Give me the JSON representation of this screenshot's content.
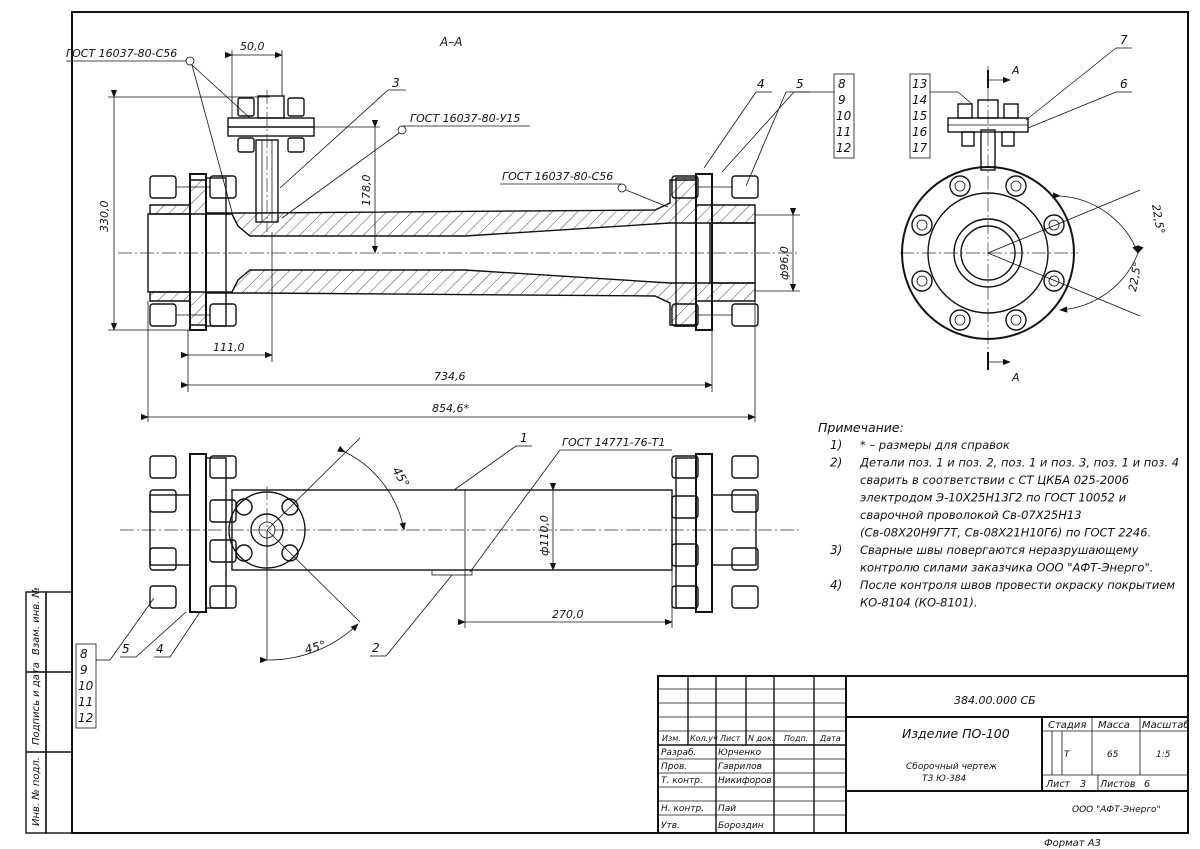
{
  "section_label": "А–А",
  "cut_marker": "А",
  "gost_refs": {
    "top_left": "ГОСТ 16037-80-С56",
    "top_mid": "ГОСТ 16037-80-У15",
    "right_weld": "ГОСТ 16037-80-С56",
    "bottom": "ГОСТ 14771-76-Т1"
  },
  "dimensions": {
    "d50": "50,0",
    "d330": "330,0",
    "d178": "178,0",
    "d96": "ф96,0",
    "d111": "111,0",
    "d734": "734,6",
    "d854": "854,6*",
    "d110": "ф110,0",
    "d270": "270,0",
    "a45_top": "45°",
    "a45_bot": "45°",
    "a22_top": "22,5°",
    "a22_bot": "22,5°"
  },
  "positions": {
    "p1": "1",
    "p2": "2",
    "p3": "3",
    "p4": "4",
    "p5": "5",
    "p6": "6",
    "p7": "7",
    "stack_right": [
      "8",
      "9",
      "10",
      "11",
      "12"
    ],
    "stack_side": [
      "13",
      "14",
      "15",
      "16",
      "17"
    ],
    "stack_bottom": [
      "8",
      "9",
      "10",
      "11",
      "12"
    ],
    "p4b": "4",
    "p5b": "5"
  },
  "notes": {
    "title": "Примечание:",
    "items": [
      {
        "num": "1)",
        "lines": [
          "* – размеры для справок"
        ]
      },
      {
        "num": "2)",
        "lines": [
          "Детали поз. 1 и поз. 2, поз. 1 и поз. 3, поз. 1 и поз. 4",
          "сварить в соответствии с СТ ЦКБА 025-2006",
          "электродом Э-10Х25Н13Г2 по ГОСТ 10052 и",
          "сварочной проволокой Св-07Х25Н13",
          "(Св-08Х20Н9Г7Т, Св-08Х21Н10Г6) по ГОСТ 2246."
        ]
      },
      {
        "num": "3)",
        "lines": [
          "Сварные швы повергаются неразрушающему",
          "контролю силами заказчика ООО \"АФТ-Энерго\"."
        ]
      },
      {
        "num": "4)",
        "lines": [
          "После контроля швов провести окраску покрытием",
          "КО-8104 (КО-8101)."
        ]
      }
    ]
  },
  "side_stamp": [
    "Взам. инв. №",
    "Подпись и дата",
    "Инв. № подл."
  ],
  "title_block": {
    "doc_code": "384.00.000 СБ",
    "product": "Изделие ПО-100",
    "doc_type": "Сборочный чертеж",
    "spec": "ТЗ Ю-384",
    "stage_h": "Стадия",
    "mass_h": "Масса",
    "scale_h": "Масштаб",
    "stage": "Т",
    "mass": "65",
    "scale": "1:5",
    "sheet_label": "Лист",
    "sheet_num": "3",
    "sheets_label": "Листов",
    "sheets_num": "6",
    "company": "ООО \"АФТ-Энерго\"",
    "col_heads": [
      "Изм.",
      "Кол.уч",
      "Лист",
      "N док.",
      "Подп.",
      "Дата"
    ],
    "roles": [
      {
        "role": "Разраб.",
        "name": "Юрченко"
      },
      {
        "role": "Пров.",
        "name": "Гаврилов"
      },
      {
        "role": "Т. контр.",
        "name": "Никифоров"
      },
      {
        "role": "",
        "name": ""
      },
      {
        "role": "Н. контр.",
        "name": "Пай"
      },
      {
        "role": "Утв.",
        "name": "Бороздин"
      }
    ],
    "format": "Формат А3"
  }
}
